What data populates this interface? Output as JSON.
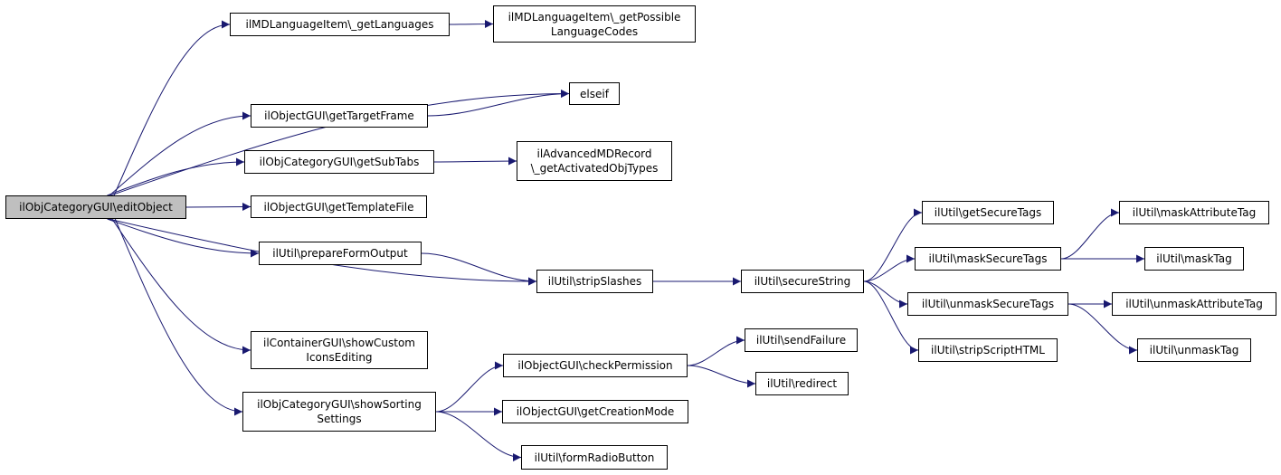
{
  "colors": {
    "edge": "#191970",
    "node_border": "#000000",
    "root_fill": "#bfbfbf",
    "node_fill": "#ffffff"
  },
  "nodes": {
    "editObject": {
      "lines": [
        "ilObjCategoryGUI\\editObject"
      ]
    },
    "getLanguages": {
      "lines": [
        "ilMDLanguageItem\\_getLanguages"
      ]
    },
    "getPossibleLanguageCodes": {
      "lines": [
        "ilMDLanguageItem\\_getPossible",
        "LanguageCodes"
      ]
    },
    "elseif": {
      "lines": [
        "elseif"
      ]
    },
    "getTargetFrame": {
      "lines": [
        "ilObjectGUI\\getTargetFrame"
      ]
    },
    "getSubTabs": {
      "lines": [
        "ilObjCategoryGUI\\getSubTabs"
      ]
    },
    "getActivatedObjTypes": {
      "lines": [
        "ilAdvancedMDRecord",
        "\\_getActivatedObjTypes"
      ]
    },
    "getTemplateFile": {
      "lines": [
        "ilObjectGUI\\getTemplateFile"
      ]
    },
    "prepareFormOutput": {
      "lines": [
        "ilUtil\\prepareFormOutput"
      ]
    },
    "stripSlashes": {
      "lines": [
        "ilUtil\\stripSlashes"
      ]
    },
    "secureString": {
      "lines": [
        "ilUtil\\secureString"
      ]
    },
    "getSecureTags": {
      "lines": [
        "ilUtil\\getSecureTags"
      ]
    },
    "maskSecureTags": {
      "lines": [
        "ilUtil\\maskSecureTags"
      ]
    },
    "unmaskSecureTags": {
      "lines": [
        "ilUtil\\unmaskSecureTags"
      ]
    },
    "stripScriptHTML": {
      "lines": [
        "ilUtil\\stripScriptHTML"
      ]
    },
    "maskAttributeTag": {
      "lines": [
        "ilUtil\\maskAttributeTag"
      ]
    },
    "maskTag": {
      "lines": [
        "ilUtil\\maskTag"
      ]
    },
    "unmaskAttributeTag": {
      "lines": [
        "ilUtil\\unmaskAttributeTag"
      ]
    },
    "unmaskTag": {
      "lines": [
        "ilUtil\\unmaskTag"
      ]
    },
    "showCustomIconsEditing": {
      "lines": [
        "ilContainerGUI\\showCustom",
        "IconsEditing"
      ]
    },
    "showSortingSettings": {
      "lines": [
        "ilObjCategoryGUI\\showSorting",
        "Settings"
      ]
    },
    "checkPermission": {
      "lines": [
        "ilObjectGUI\\checkPermission"
      ]
    },
    "sendFailure": {
      "lines": [
        "ilUtil\\sendFailure"
      ]
    },
    "redirect": {
      "lines": [
        "ilUtil\\redirect"
      ]
    },
    "getCreationMode": {
      "lines": [
        "ilObjectGUI\\getCreationMode"
      ]
    },
    "formRadioButton": {
      "lines": [
        "ilUtil\\formRadioButton"
      ]
    }
  },
  "edges": [
    [
      "editObject",
      "getLanguages"
    ],
    [
      "getLanguages",
      "getPossibleLanguageCodes"
    ],
    [
      "editObject",
      "elseif"
    ],
    [
      "getTargetFrame",
      "elseif"
    ],
    [
      "editObject",
      "getTargetFrame"
    ],
    [
      "editObject",
      "getSubTabs"
    ],
    [
      "getSubTabs",
      "getActivatedObjTypes"
    ],
    [
      "editObject",
      "getTemplateFile"
    ],
    [
      "editObject",
      "prepareFormOutput"
    ],
    [
      "prepareFormOutput",
      "stripSlashes"
    ],
    [
      "editObject",
      "stripSlashes"
    ],
    [
      "stripSlashes",
      "secureString"
    ],
    [
      "secureString",
      "getSecureTags"
    ],
    [
      "secureString",
      "maskSecureTags"
    ],
    [
      "secureString",
      "unmaskSecureTags"
    ],
    [
      "secureString",
      "stripScriptHTML"
    ],
    [
      "maskSecureTags",
      "maskAttributeTag"
    ],
    [
      "maskSecureTags",
      "maskTag"
    ],
    [
      "unmaskSecureTags",
      "unmaskAttributeTag"
    ],
    [
      "unmaskSecureTags",
      "unmaskTag"
    ],
    [
      "editObject",
      "showCustomIconsEditing"
    ],
    [
      "editObject",
      "showSortingSettings"
    ],
    [
      "showSortingSettings",
      "checkPermission"
    ],
    [
      "showSortingSettings",
      "getCreationMode"
    ],
    [
      "showSortingSettings",
      "formRadioButton"
    ],
    [
      "checkPermission",
      "sendFailure"
    ],
    [
      "checkPermission",
      "redirect"
    ]
  ]
}
